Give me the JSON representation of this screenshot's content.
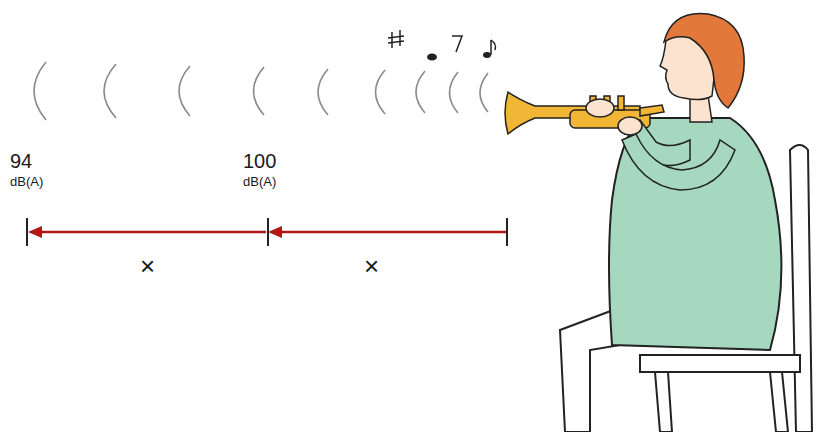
{
  "diagram": {
    "labels": [
      "94",
      "dB(A)",
      "100",
      "dB(A)",
      "×",
      "×"
    ]
  }
}
